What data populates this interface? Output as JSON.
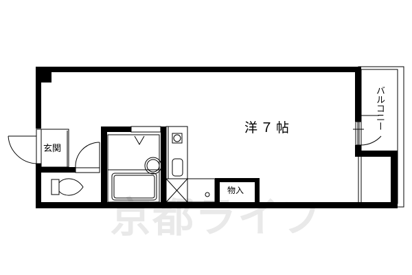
{
  "floor_plan": {
    "rooms": {
      "main_room": {
        "label": "洋７帖",
        "type": "western-style room",
        "size_jo": 7
      },
      "entrance": {
        "label": "玄関"
      },
      "storage": {
        "label": "物入"
      },
      "balcony": {
        "label": "バルコニー"
      }
    },
    "fixtures": [
      "toilet",
      "unit-bath",
      "washbasin",
      "kitchen-stove",
      "kitchen-sink",
      "washing-machine-space",
      "refrigerator-space"
    ],
    "watermark": "京都ライフ",
    "colors": {
      "wall": "#000000",
      "background": "#ffffff",
      "watermark": "#e6e6e6"
    }
  }
}
